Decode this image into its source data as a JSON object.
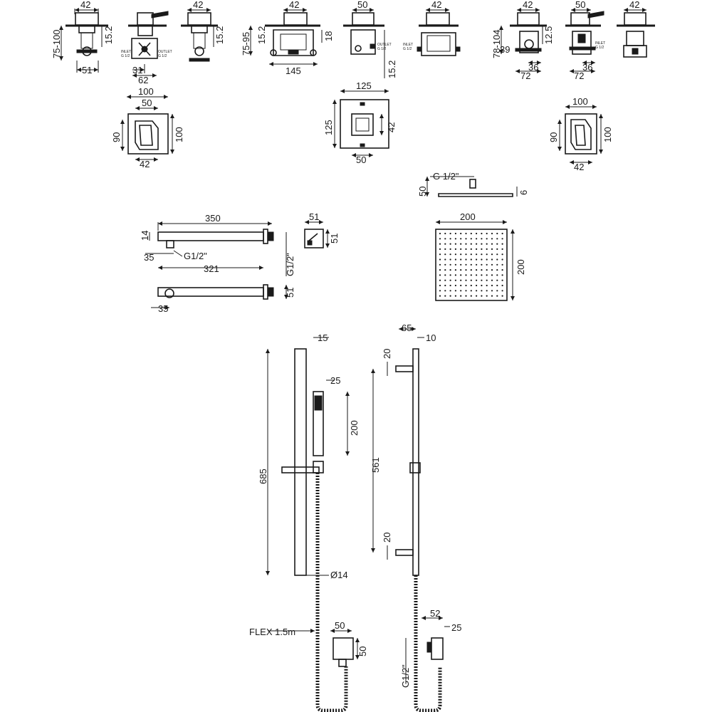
{
  "labels": {
    "v1_w": "42",
    "v1_h": "75-100",
    "v1_d": "15.2",
    "v1_b": "51",
    "v2_a": "31",
    "v2_b": "62",
    "v2_in": "INLET\nG 1/2",
    "v2_out": "OUTLET\nG 1/2",
    "v3_w": "42",
    "v3_d": "15.2",
    "v4_w": "42",
    "v4_h": "75-95",
    "v4_d": "15.2",
    "v4_r": "18",
    "v4_b": "145",
    "v5_w": "50",
    "v5_out": "OUTLET\nG 1/2",
    "v5_d": "15.2",
    "v6_w": "42",
    "v6_in": "INLET\nG 1/2",
    "v7_w": "42",
    "v7_h": "78-104",
    "v7_d": "12.5",
    "v7_l": "39",
    "v7_a": "36",
    "v7_b": "72",
    "v8_w": "50",
    "v8_in": "INLET\nG 1/2",
    "v8_a": "36",
    "v8_b": "72",
    "v9_w": "42",
    "p1_w": "100",
    "p1_i": "50",
    "p1_h": "100",
    "p1_l": "90",
    "p1_b": "42",
    "p2_w": "125",
    "p2_h": "125",
    "p2_r": "42",
    "p2_b": "50",
    "p3_w": "100",
    "p3_h": "100",
    "p3_l": "90",
    "p3_b": "42",
    "arm_len": "350",
    "arm_h": "14",
    "arm_in": "35",
    "arm_thread": "G1/2\"",
    "arm_321": "321",
    "arm_side_h": "51",
    "arm_g": "G1/2\"",
    "arm_bot": "35",
    "flange_w": "51",
    "flange_h": "51",
    "head_thread": "G 1/2\"",
    "head_h": "50",
    "head_t": "6",
    "head_w": "200",
    "head_d": "200",
    "rail_w": "15",
    "rail_len": "685",
    "hand_w": "25",
    "hand_len": "200",
    "rail_dia": "Ø14",
    "flex": "FLEX 1.5m",
    "elbow_w": "50",
    "elbow_h": "50",
    "side_65": "65",
    "side_10": "10",
    "side_20a": "20",
    "side_561": "561",
    "side_20b": "20",
    "side_52": "52",
    "side_25": "25",
    "side_g": "G1/2\""
  }
}
